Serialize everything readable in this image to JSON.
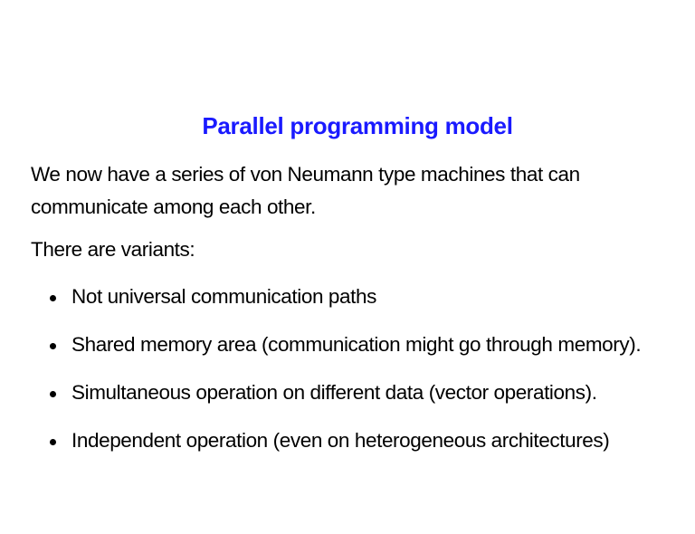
{
  "slide": {
    "title": "Parallel programming model",
    "title_color": "#1a1aff",
    "paragraphs": [
      "We now have a series of von Neumann type machines that can",
      "communicate among each other.",
      "There are variants:"
    ],
    "bullets": [
      "Not universal communication paths",
      "Shared memory area (communication might go through memory).",
      "Simultaneous operation on different data (vector operations).",
      "Independent operation (even on heterogeneous architectures)"
    ],
    "bullet_icon": "filled-circle-bullet"
  }
}
